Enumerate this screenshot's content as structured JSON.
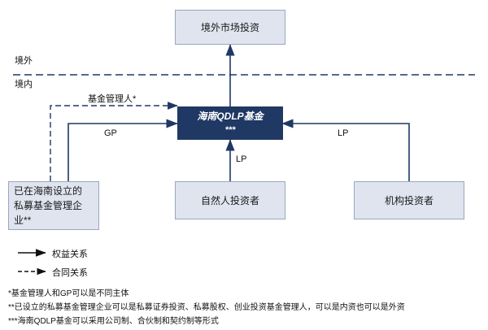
{
  "diagram": {
    "title_nodes": {
      "offshore_market": "境外市场投资",
      "qdlp_fund_line1": "海南QDLP基金",
      "qdlp_fund_line2": "***",
      "manager": "已在海南设立的\n私募基金管理企\n业**",
      "manager_line1": "已在海南设立的",
      "manager_line2": "私募基金管理企",
      "manager_line3": "业**",
      "individual_investor": "自然人投资者",
      "institutional_investor": "机构投资者"
    },
    "boundary": {
      "outside": "境外",
      "inside": "境内"
    },
    "edge_labels": {
      "fund_manager": "基金管理人*",
      "gp": "GP",
      "lp_center": "LP",
      "lp_right": "LP"
    },
    "legend": [
      {
        "type": "solid-arrow",
        "label": "权益关系"
      },
      {
        "type": "dashed-arrow",
        "label": "合同关系"
      }
    ],
    "footnotes": [
      "*基金管理人和GP可以是不同主体",
      "**已设立的私募基金管理企业可以是私募证券投资、私募股权、创业投资基金管理人，可以是内资也可以是外资",
      "***海南QDLP基金可以采用公司制、合伙制和契约制等形式"
    ],
    "colors": {
      "box_light_fill": "#dfe4ef",
      "box_light_border": "#9aa7bf",
      "box_dark_fill": "#1f3864",
      "line": "#1f3864",
      "text": "#111111"
    }
  }
}
